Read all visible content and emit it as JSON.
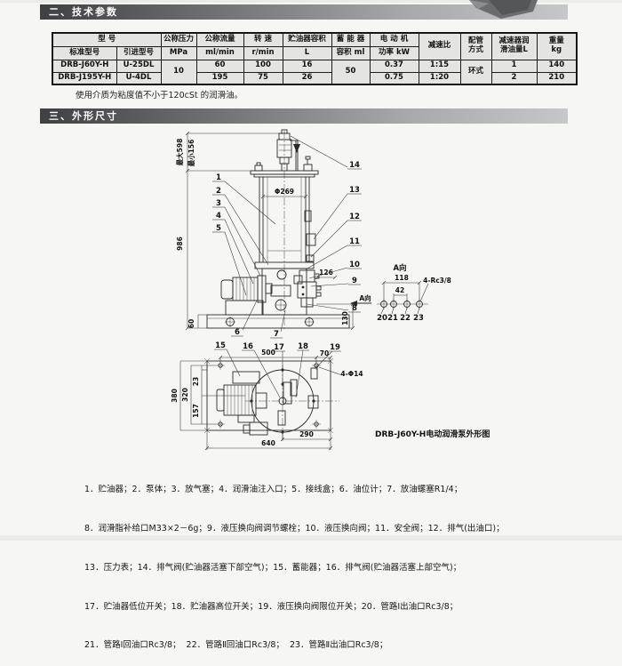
{
  "page": {
    "section2_title": "二、技术参数",
    "section3_title": "三、外形尺寸",
    "note": "使用介质为粘度值不小于120cSt 的润滑油。"
  },
  "table": {
    "h_model": "型    号",
    "h_model_std": "标准型号",
    "h_model_imp": "引进型号",
    "h_pressure1": "公称压力",
    "h_pressure2": "MPa",
    "h_flow1": "公称流量",
    "h_flow2": "ml/min",
    "h_speed1": "转  速",
    "h_speed2": "r/min",
    "h_tank1": "贮油器容积",
    "h_tank2": "L",
    "h_acc1": "蓄 能 器",
    "h_acc2": "容积 ml",
    "h_motor1": "电 动 机",
    "h_motor2": "功率 kW",
    "h_ratio": "减速比",
    "h_pipe1": "配管",
    "h_pipe2": "方式",
    "h_lube1": "减速器润",
    "h_lube2": "滑油量L",
    "h_weight1": "重量",
    "h_weight2": "kg",
    "pressure": "10",
    "accumulator": "50",
    "piping": "环式",
    "rows": [
      {
        "std": "DRB-J60Y-H",
        "imp": "U-25DL",
        "flow": "60",
        "speed": "100",
        "tank": "16",
        "motor": "0.37",
        "ratio": "1:15",
        "lube": "1",
        "weight": "140"
      },
      {
        "std": "DRB-J195Y-H",
        "imp": "U-4DL",
        "flow": "195",
        "speed": "75",
        "tank": "26",
        "motor": "0.75",
        "ratio": "1:20",
        "lube": "2",
        "weight": "210"
      }
    ]
  },
  "drawing": {
    "caption": "DRB-J60Y-H电动润滑泵外形图",
    "front": {
      "dia": "Φ269",
      "dim_max": "最大598",
      "dim_min": "最小156",
      "dim_total": "986",
      "dim_base": "60",
      "dim_block": "126",
      "dim_outlet": "130",
      "view_arrow": "A向",
      "callouts": [
        "1",
        "2",
        "3",
        "4",
        "5",
        "6",
        "7",
        "8",
        "9",
        "10",
        "11",
        "12",
        "13",
        "14"
      ]
    },
    "detail_a": {
      "title": "A向",
      "dim_outer": "118",
      "dim_inner": "42",
      "thread": "4-Rc3/8",
      "ports": [
        "20",
        "21",
        "22",
        "23"
      ]
    },
    "top_view": {
      "dim_500": "500",
      "dim_70": "70",
      "holes": "4-Φ14",
      "dim_23": "23",
      "dim_320": "320",
      "dim_157": "157",
      "dim_380": "380",
      "dim_290": "290",
      "dim_640": "640",
      "callouts": [
        "15",
        "16",
        "17",
        "18",
        "19"
      ]
    }
  },
  "parts": {
    "lines": [
      "1．贮油器；2．泵体；3．放气塞；4．润滑油注入口；5．接线盒；6．油位计；7．放油螺塞R1/4；",
      "8．润滑脂补给口M33×2－6g；9．液压换向阀调节螺栓；10．液压换向阀；11．安全阀；12．排气(出油口)；",
      "13．压力表；14．排气阀(贮油器活塞下部空气)；15．蓄能器；16．排气阀(贮油器活塞上部空气)；",
      "17．贮油器低位开关；18．贮油器高位开关；19．液压换向阀限位开关；20．管路Ⅰ出油口Rc3/8；",
      "21．管路Ⅰ回油口Rc3/8；  22．管路Ⅱ回油口Rc3/8；  23．管路Ⅱ出油口Rc3/8；"
    ]
  }
}
